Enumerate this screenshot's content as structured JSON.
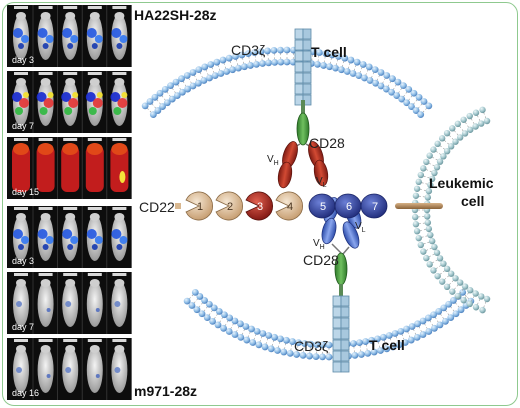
{
  "title_top": "HA22SH-28z",
  "title_bottom": "m971-28z",
  "panels_top": [
    {
      "day": "day 3",
      "signal": "low"
    },
    {
      "day": "day 7",
      "signal": "medium"
    },
    {
      "day": "day 15",
      "signal": "high"
    }
  ],
  "panels_bottom": [
    {
      "day": "day 3",
      "signal": "low"
    },
    {
      "day": "day 7",
      "signal": "minimal"
    },
    {
      "day": "day 16",
      "signal": "minimal"
    }
  ],
  "labels": {
    "t_cell_top": "T cell",
    "t_cell_bottom": "T cell",
    "cd3z_top": "CD3ζ",
    "cd3z_bottom": "CD3ζ",
    "cd28_top": "CD28",
    "cd28_bottom": "CD28",
    "vh": "V",
    "vh_sub": "H",
    "vl": "V",
    "vl_sub": "L",
    "cd22": "CD22",
    "leukemic_cell_line1": "Leukemic",
    "leukemic_cell_line2": "cell"
  },
  "domains": [
    {
      "n": "1",
      "color": "#d9b890"
    },
    {
      "n": "2",
      "color": "#d9b890"
    },
    {
      "n": "3",
      "color": "#b02a22"
    },
    {
      "n": "4",
      "color": "#d9b890"
    },
    {
      "n": "5",
      "color": "#2f3f9e"
    },
    {
      "n": "6",
      "color": "#2f3f9e"
    },
    {
      "n": "7",
      "color": "#2f3f9e"
    }
  ],
  "colors": {
    "frame": "#8fc98f",
    "membrane_bead": "#9fc7ea",
    "leukemic_bead": "#a9c9cf",
    "cd3": "#b7d3e6",
    "cd28": "#3f9a3a",
    "scfv_top": "#b0321f",
    "scfv_bottom": "#3d5fc4",
    "stalk": "#b58a5a"
  }
}
